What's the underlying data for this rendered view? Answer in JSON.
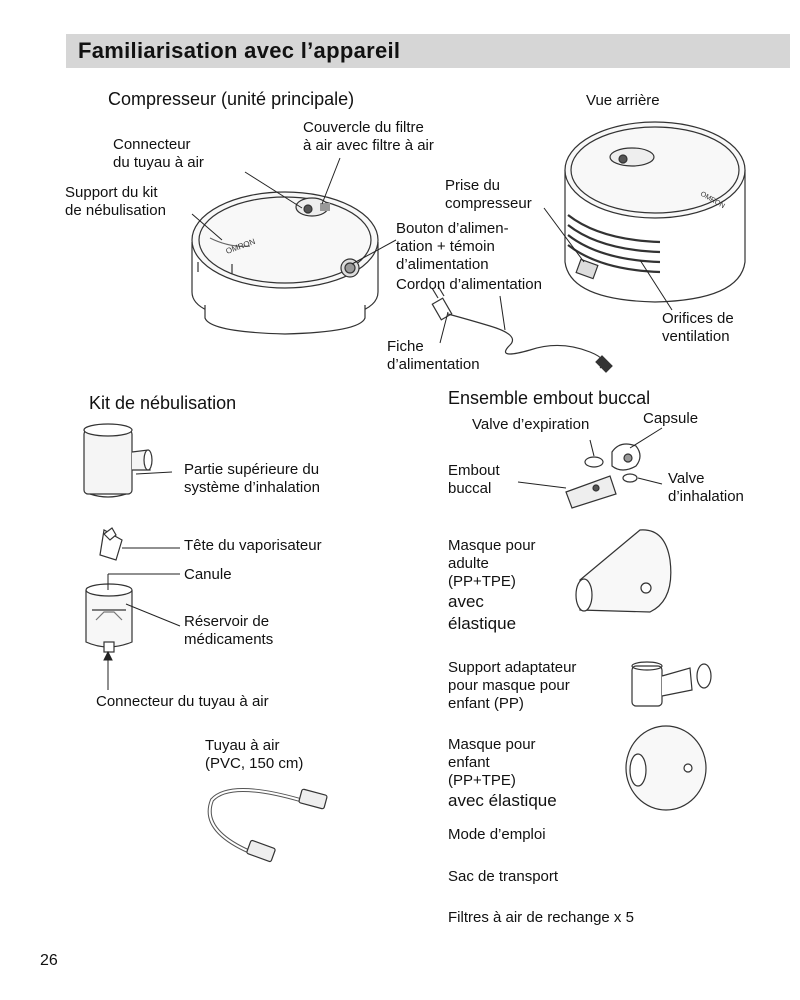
{
  "header": {
    "title": "Familiarisation avec l’appareil"
  },
  "compressor": {
    "title": "Compresseur (unité principale)",
    "rear_view": "Vue arrière",
    "labels": {
      "air_tube_connector": [
        "Connecteur",
        "du tuyau à air"
      ],
      "filter_cover": [
        "Couvercle du filtre",
        "à air avec filtre à air"
      ],
      "nebulizer_holder": [
        "Support du kit",
        "de nébulisation"
      ],
      "power_button": [
        "Bouton d’alimen-",
        "tation + témoin",
        "d’alimentation"
      ],
      "power_cord": "Cordon d’alimentation",
      "compressor_socket": [
        "Prise du",
        "compresseur"
      ],
      "vents": [
        "Orifices de",
        "ventilation"
      ],
      "plug": [
        "Fiche",
        "d’alimentation"
      ]
    },
    "logo_text": "OMRON"
  },
  "nebulizer_kit": {
    "title": "Kit de nébulisation",
    "labels": {
      "inhalation_top": [
        "Partie supérieure du",
        "système d’inhalation"
      ],
      "vaporizer_head": "Tête du vaporisateur",
      "cannula": "Canule",
      "medication_tank": [
        "Réservoir de",
        "médicaments"
      ],
      "air_tube_connector": "Connecteur du tuyau à air"
    }
  },
  "air_tube": {
    "label": [
      "Tuyau à air",
      "(PVC, 150 cm)"
    ]
  },
  "mouthpiece_set": {
    "title": "Ensemble embout buccal",
    "labels": {
      "exhalation_valve": "Valve d’expiration",
      "capsule": "Capsule",
      "mouthpiece": [
        "Embout",
        "buccal"
      ],
      "inhalation_valve": [
        "Valve",
        "d’inhalation"
      ]
    }
  },
  "accessories": {
    "adult_mask": [
      "Masque pour",
      "adulte",
      "(PP+TPE)",
      "avec",
      "élastique"
    ],
    "adapter": [
      "Support adaptateur",
      "pour masque pour",
      "enfant (PP)"
    ],
    "child_mask": [
      "Masque pour",
      "enfant",
      "(PP+TPE)",
      "avec élastique"
    ],
    "manual": "Mode d’emploi",
    "bag": "Sac de transport",
    "filters": "Filtres à air de rechange x 5"
  },
  "page_number": "26"
}
